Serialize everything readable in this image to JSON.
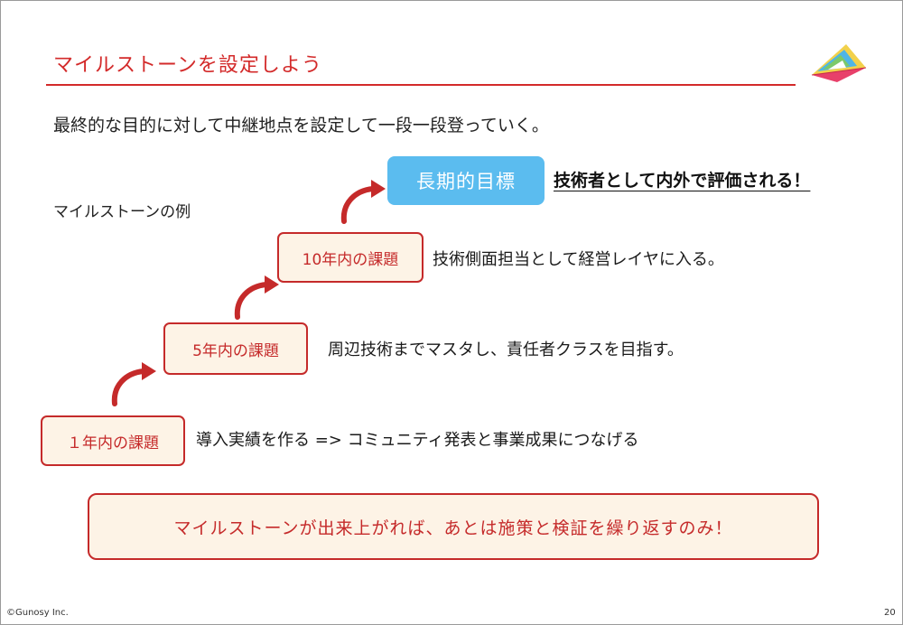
{
  "title": "マイルストーンを設定しよう",
  "subtitle": "最終的な目的に対して中継地点を設定して一段一段登っていく。",
  "example_label": "マイルストーンの例",
  "goal": {
    "label": "長期的目標",
    "text": "技術者として内外で評価される！"
  },
  "steps": [
    {
      "label": "１年内の課題",
      "text": "導入実績を作る => コミュニティ発表と事業成果につなげる"
    },
    {
      "label": "5年内の課題",
      "text": "周辺技術までマスタし、責任者クラスを目指す。"
    },
    {
      "label": "10年内の課題",
      "text": "技術側面担当として経営レイヤに入る。"
    }
  ],
  "conclusion": "マイルストーンが出来上がれば、あとは施策と検証を繰り返すのみ！",
  "footer": {
    "copyright": "©Gunosy Inc.",
    "page_number": "20"
  },
  "colors": {
    "accent_red": "#d32a2a",
    "goal_blue": "#5bbcef",
    "box_fill": "#fdf3e6"
  },
  "icons": {
    "logo": "paper-plane-logo",
    "arrows": "curved-up-arrow"
  }
}
